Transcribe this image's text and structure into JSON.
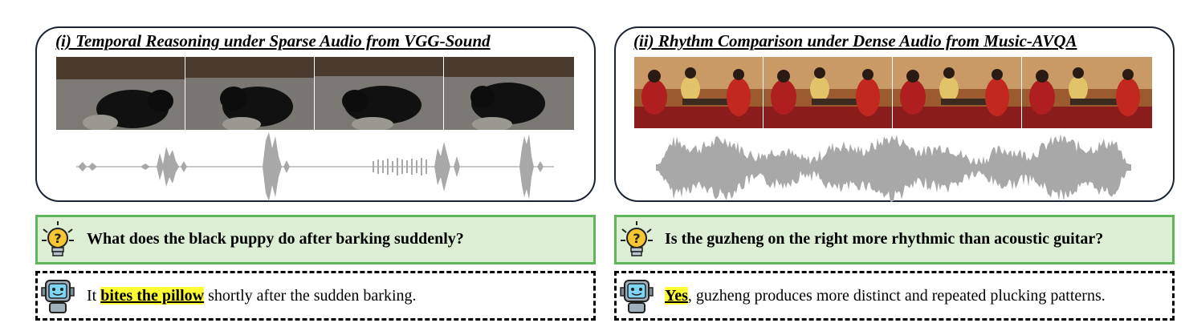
{
  "left": {
    "title": "(i) Temporal Reasoning under Sparse Audio from VGG-Sound",
    "question": "What does the black puppy do after barking suddenly?",
    "answer": {
      "prefix": "It ",
      "highlight": "bites the pillow",
      "suffix": " shortly after the sudden barking."
    }
  },
  "right": {
    "title": "(ii) Rhythm Comparison under Dense Audio from Music-AVQA",
    "question": "Is the guzheng on the right more rhythmic than acoustic guitar?",
    "answer": {
      "prefix": "",
      "highlight": "Yes",
      "suffix": ", guzheng produces more distinct and repeated plucking patterns."
    }
  },
  "icons": {
    "question": "lightbulb-question-icon",
    "answer": "robot-icon"
  },
  "colors": {
    "question_bg": "#dcefd4",
    "question_border": "#5fb55a",
    "highlight": "#ffff33",
    "waveform": "#a8a8a8"
  }
}
